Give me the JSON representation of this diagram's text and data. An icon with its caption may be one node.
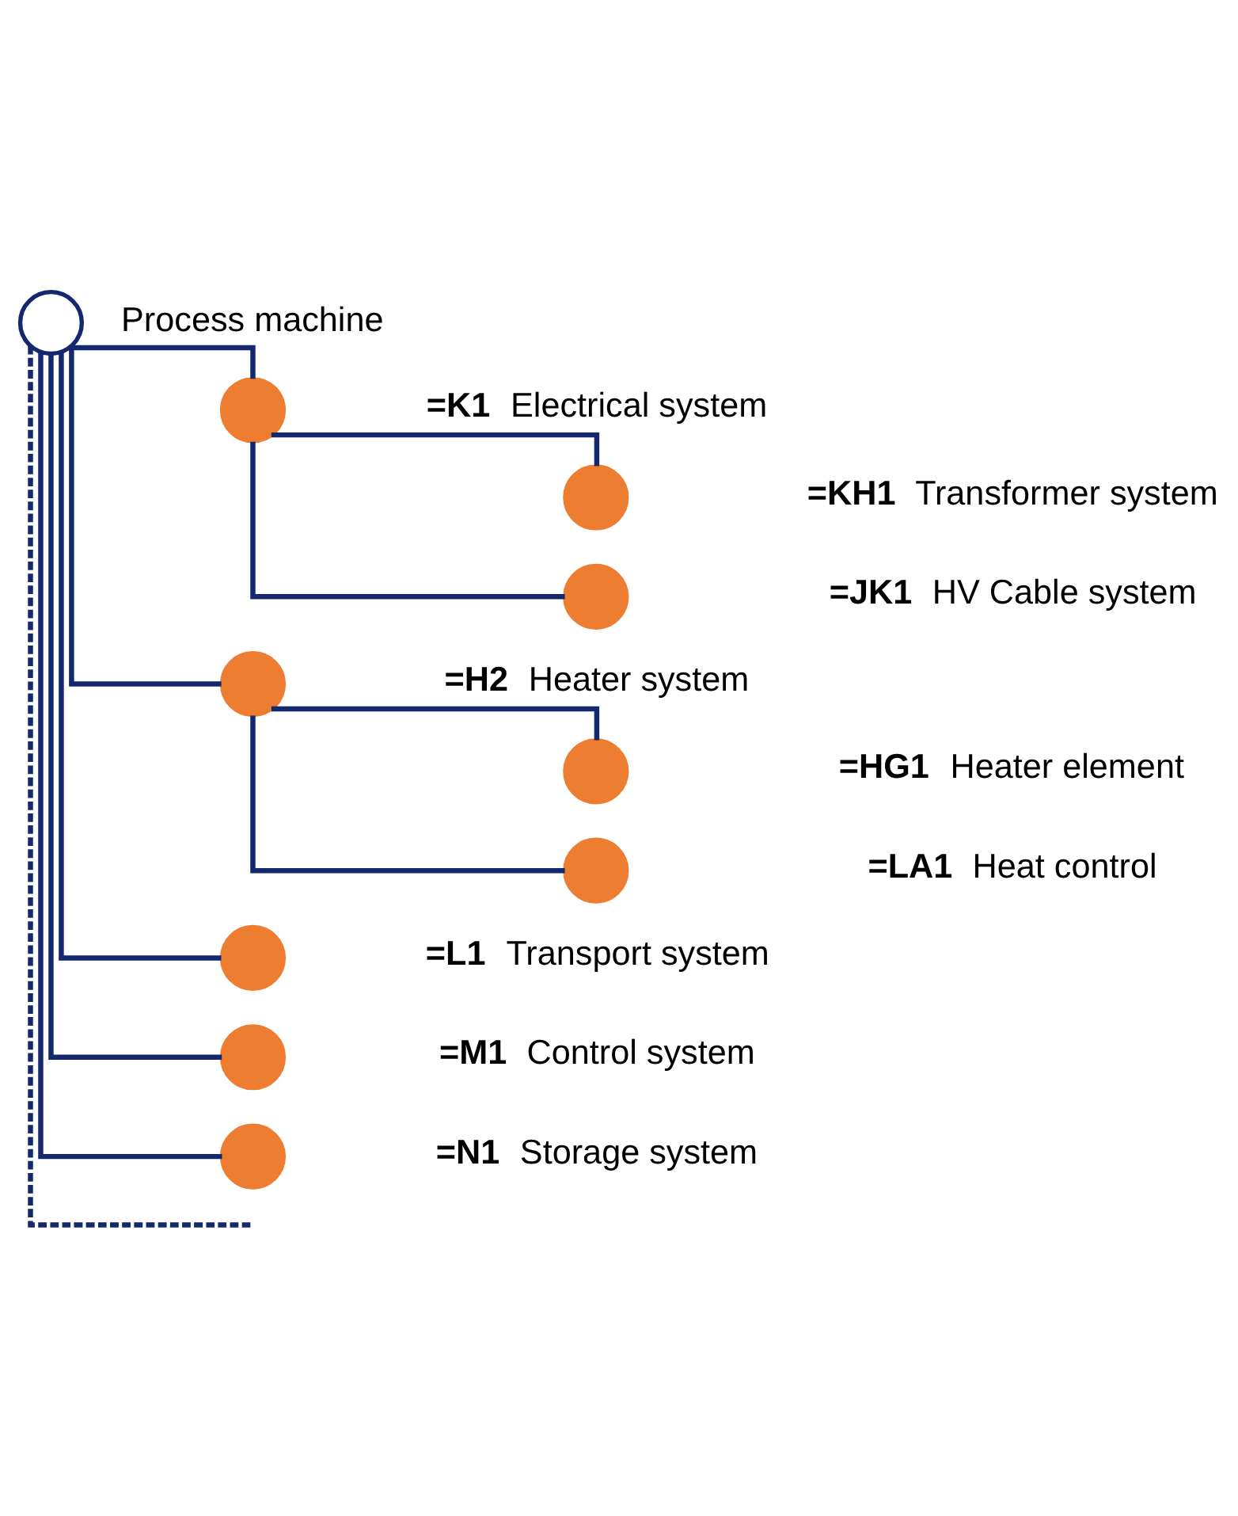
{
  "diagram": {
    "nodes": [
      {
        "text": [],
        "shape": "circle",
        "beside": [
          "Process machine"
        ]
      },
      {
        "text": [],
        "shape": "circle",
        "beside": [
          "=K1",
          "Electrical system"
        ]
      },
      {
        "text": [],
        "shape": "circle",
        "beside": [
          "=KH1",
          "Transformer system"
        ]
      },
      {
        "text": [],
        "shape": "circle",
        "beside": [
          "=JK1",
          "HV Cable system"
        ]
      },
      {
        "text": [],
        "shape": "circle",
        "beside": [
          "=H2",
          "Heater system"
        ]
      },
      {
        "text": [],
        "shape": "circle",
        "beside": [
          "=HG1",
          "Heater element"
        ]
      },
      {
        "text": [],
        "shape": "circle",
        "beside": [
          "=LA1",
          "Heat control"
        ]
      },
      {
        "text": [],
        "shape": "circle",
        "beside": [
          "=L1",
          "Transport system"
        ]
      },
      {
        "text": [],
        "shape": "circle",
        "beside": [
          "=M1",
          "Control system"
        ]
      },
      {
        "text": [],
        "shape": "circle",
        "beside": [
          "=N1",
          "Storage system"
        ]
      }
    ],
    "edges": [
      {
        "from": 0,
        "to": 1,
        "arrow": "none"
      },
      {
        "from": 1,
        "to": 2,
        "arrow": "none"
      },
      {
        "from": 1,
        "to": 3,
        "arrow": "none"
      },
      {
        "from": 0,
        "to": 4,
        "arrow": "none"
      },
      {
        "from": 4,
        "to": 5,
        "arrow": "none"
      },
      {
        "from": 4,
        "to": 6,
        "arrow": "none"
      },
      {
        "from": 0,
        "to": 7,
        "arrow": "none"
      },
      {
        "from": 0,
        "to": 8,
        "arrow": "none"
      },
      {
        "from": 0,
        "to": 9,
        "arrow": "none"
      },
      {
        "from": 0,
        "to": null,
        "arrow": "none",
        "style": "dashed"
      }
    ]
  }
}
